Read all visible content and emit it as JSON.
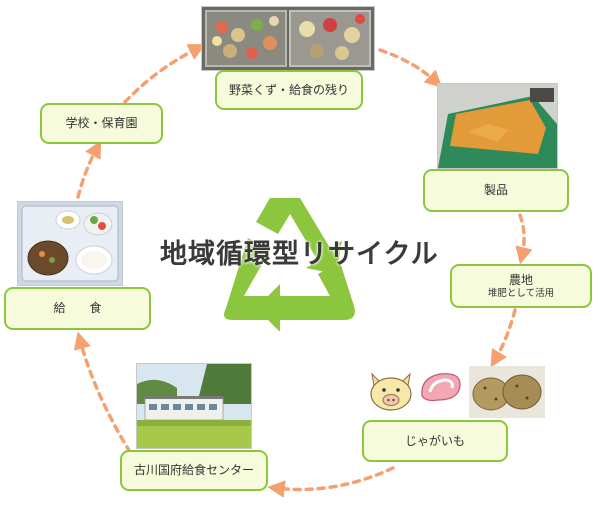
{
  "title": "地域循環型リサイクル",
  "stages": [
    {
      "label": "野菜くず・給食の残り"
    },
    {
      "label": "製品"
    },
    {
      "label": "農地",
      "sublabel": "堆肥として活用"
    },
    {
      "label": "じゃがいも"
    },
    {
      "label": "古川国府給食センター"
    },
    {
      "label": "給　　食"
    },
    {
      "label": "学校・保育園"
    }
  ],
  "colors": {
    "box_border": "#8cc63f",
    "box_fill": "#f6fbdc",
    "arrow": "#f4a070",
    "recycle_symbol": "#8cc63f"
  },
  "icons": [
    "recycle-icon",
    "pig-icon",
    "meat-icon",
    "potato-icon"
  ]
}
